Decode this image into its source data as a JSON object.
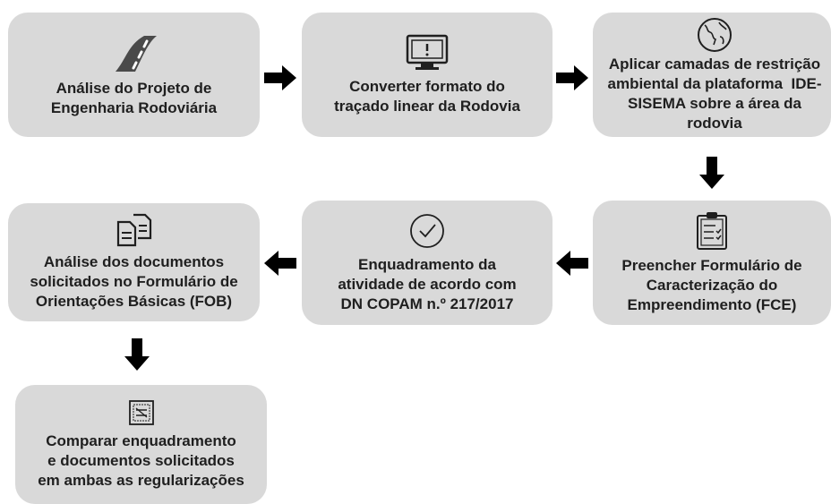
{
  "steps": [
    {
      "icon": "road-icon",
      "label": "Análise do Projeto de\nEngenharia  Rodoviária"
    },
    {
      "icon": "monitor-alert-icon",
      "label": "Converter formato do\ntraçado linear da Rodovia"
    },
    {
      "icon": "globe-icon",
      "label": "Aplicar camadas de restrição\nambiental da plataforma  IDE-\nSISEMA sobre a área da\nrodovia"
    },
    {
      "icon": "clipboard-checklist-icon",
      "label": "Preencher Formulário  de\nCaracterização  do\nEmpreendimento  (FCE)"
    },
    {
      "icon": "checkmark-circle-icon",
      "label": "Enquadramento da\natividade  de acordo com\nDN COPAM n.º 217/2017"
    },
    {
      "icon": "documents-icon",
      "label": "Análise dos documentos\nsolicitados no Formulário de\nOrientações Básicas (FOB)"
    },
    {
      "icon": "compare-icon",
      "label": "Comparar enquadramento\ne documentos solicitados\nem ambas as regularizações"
    }
  ],
  "colors": {
    "box": "#d9d9d9",
    "text": "#1f1f1f",
    "arrow": "#000000"
  }
}
